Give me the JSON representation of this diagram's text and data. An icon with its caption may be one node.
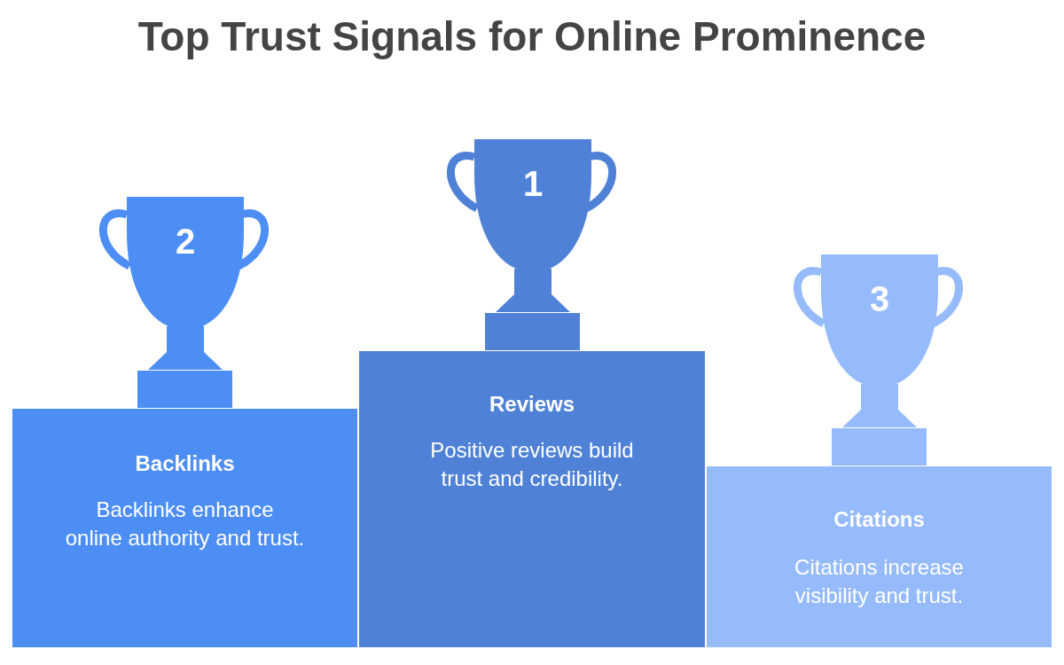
{
  "diagram": {
    "title": "Top Trust Signals for Online Prominence",
    "nodes": [
      {
        "text": [
          "2"
        ]
      },
      {
        "text": [
          "Backlinks",
          "Backlinks enhance online authority and trust."
        ]
      },
      {
        "text": [
          "1"
        ]
      },
      {
        "text": [
          "Reviews",
          "Positive reviews build trust and credibility."
        ]
      },
      {
        "text": [
          "3"
        ]
      },
      {
        "text": [
          "Citations",
          "Citations increase visibility and trust."
        ]
      }
    ]
  }
}
